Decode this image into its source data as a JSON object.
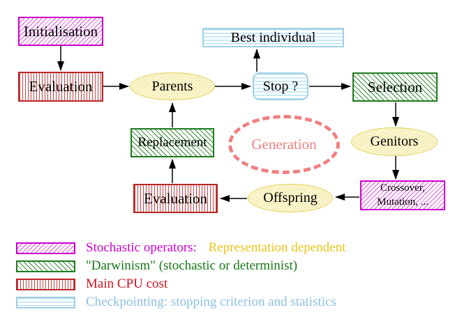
{
  "diagram": {
    "nodes": {
      "initialisation": "Initialisation",
      "evaluation_top": "Evaluation",
      "parents": "Parents",
      "best_individual": "Best individual",
      "stop": "Stop ?",
      "selection": "Selection",
      "replacement": "Replacement",
      "generation": "Generation",
      "genitors": "Genitors",
      "crossover_line1": "Crossover,",
      "crossover_line2": "Mutation, ...",
      "offspring": "Offspring",
      "evaluation_bottom": "Evaluation"
    },
    "edges": [
      {
        "from": "initialisation",
        "to": "evaluation_top"
      },
      {
        "from": "evaluation_top",
        "to": "parents"
      },
      {
        "from": "parents",
        "to": "stop"
      },
      {
        "from": "stop",
        "to": "best_individual"
      },
      {
        "from": "stop",
        "to": "selection"
      },
      {
        "from": "selection",
        "to": "genitors"
      },
      {
        "from": "genitors",
        "to": "crossover_mutation"
      },
      {
        "from": "crossover_mutation",
        "to": "offspring"
      },
      {
        "from": "offspring",
        "to": "evaluation_bottom"
      },
      {
        "from": "evaluation_bottom",
        "to": "replacement"
      },
      {
        "from": "replacement",
        "to": "parents"
      }
    ],
    "legend": {
      "row1_label": "Stochastic operators:",
      "row1_label2": "Representation dependent",
      "row2_label": "\"Darwinism\" (stochastic or determinist)",
      "row3_label": "Main CPU cost",
      "row4_label": "Checkpointing: stopping criterion and statistics",
      "swatches": {
        "row1": "magenta-diagonal-hatch",
        "row2": "green-diagonal-hatch",
        "row3": "red-vertical-hatch",
        "row4": "cyan-horizontal-hatch"
      }
    },
    "colors": {
      "magenta": "#cc00cc",
      "green": "#1e7a1e",
      "red": "#bb2626",
      "cyan": "#9fcfe4",
      "yellow_border": "#e2cf5a",
      "gold_text": "#e6c619",
      "salmon": "#f08080",
      "arrow": "#000000"
    }
  }
}
